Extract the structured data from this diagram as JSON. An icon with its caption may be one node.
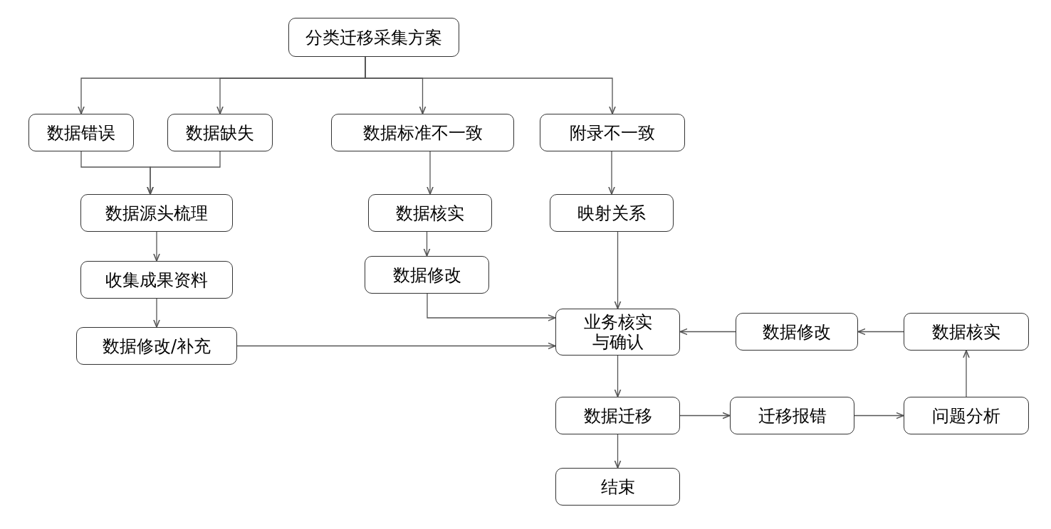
{
  "diagram": {
    "nodes": [
      {
        "text": [
          "分类迁移采集方案"
        ]
      },
      {
        "text": [
          "数据错误"
        ]
      },
      {
        "text": [
          "数据缺失"
        ]
      },
      {
        "text": [
          "数据标准不一致"
        ]
      },
      {
        "text": [
          "附录不一致"
        ]
      },
      {
        "text": [
          "数据源头梳理"
        ]
      },
      {
        "text": [
          "数据核实"
        ]
      },
      {
        "text": [
          "映射关系"
        ]
      },
      {
        "text": [
          "收集成果资料"
        ]
      },
      {
        "text": [
          "数据修改"
        ]
      },
      {
        "text": [
          "数据修改/补充"
        ]
      },
      {
        "text": [
          "业务核实与确认"
        ]
      },
      {
        "text": [
          "数据修改"
        ]
      },
      {
        "text": [
          "数据核实"
        ]
      },
      {
        "text": [
          "数据迁移"
        ]
      },
      {
        "text": [
          "迁移报错"
        ]
      },
      {
        "text": [
          "问题分析"
        ]
      },
      {
        "text": [
          "结束"
        ]
      }
    ],
    "edges": [
      {
        "from": 0,
        "to": 1,
        "arrow": "to"
      },
      {
        "from": 0,
        "to": 2,
        "arrow": "to"
      },
      {
        "from": 0,
        "to": 3,
        "arrow": "to"
      },
      {
        "from": 0,
        "to": 4,
        "arrow": "to"
      },
      {
        "from": 1,
        "to": 5,
        "arrow": "to"
      },
      {
        "from": 2,
        "to": 5,
        "arrow": "to"
      },
      {
        "from": 5,
        "to": 8,
        "arrow": "to"
      },
      {
        "from": 8,
        "to": 10,
        "arrow": "to"
      },
      {
        "from": 3,
        "to": 6,
        "arrow": "to"
      },
      {
        "from": 6,
        "to": 9,
        "arrow": "to"
      },
      {
        "from": 4,
        "to": 7,
        "arrow": "to"
      },
      {
        "from": 7,
        "to": 11,
        "arrow": "to"
      },
      {
        "from": 9,
        "to": 11,
        "arrow": "to"
      },
      {
        "from": 10,
        "to": 11,
        "arrow": "to"
      },
      {
        "from": 11,
        "to": 14,
        "arrow": "to"
      },
      {
        "from": 14,
        "to": 15,
        "arrow": "to"
      },
      {
        "from": 15,
        "to": 16,
        "arrow": "to"
      },
      {
        "from": 16,
        "to": 13,
        "arrow": "to"
      },
      {
        "from": 13,
        "to": 12,
        "arrow": "to"
      },
      {
        "from": 12,
        "to": 11,
        "arrow": "to"
      },
      {
        "from": 14,
        "to": 17,
        "arrow": "to"
      }
    ]
  }
}
